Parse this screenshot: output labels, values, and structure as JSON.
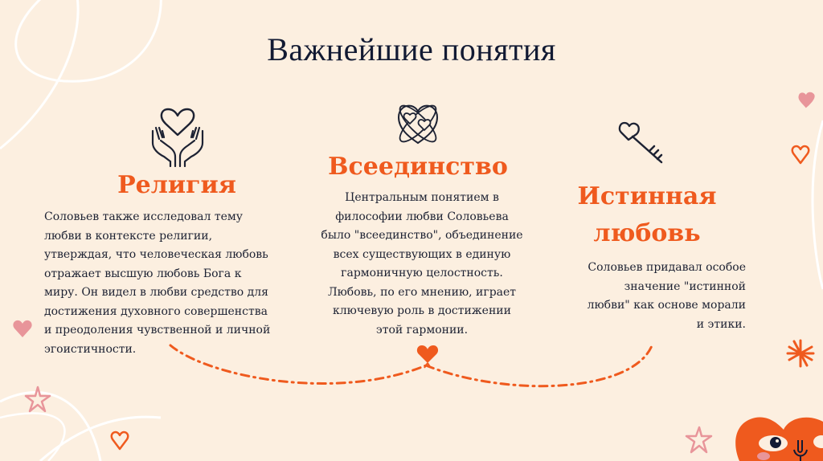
{
  "slide": {
    "title": "Важнейшие понятия",
    "colors": {
      "background": "#fcefe0",
      "accent": "#ef5a1e",
      "text": "#1d2233",
      "pink": "#e8959a",
      "white_line": "#ffffff"
    },
    "columns": [
      {
        "icon": "hands-holding-heart-icon",
        "heading": "Религия",
        "lines": [
          "Соловьев также исследовал тему",
          "любви в контексте религии,",
          "утверждая, что человеческая любовь",
          "отражает высшую любовь Бога к",
          "миру. Он видел в любви средство для",
          "достижения духовного совершенства",
          "и преодоления чувственной и личной",
          "эгоистичности."
        ]
      },
      {
        "icon": "orbiting-hearts-icon",
        "heading": "Всеединство",
        "lines": [
          "Центральным понятием в",
          "философии любви Соловьева",
          "было \"всеединство\", объединение",
          "всех существующих в единую",
          "гармоничную целостность.",
          "Любовь, по его мнению, играет",
          "ключевую роль в достижении",
          "этой гармонии."
        ]
      },
      {
        "icon": "heart-key-icon",
        "heading_lines": [
          "Истинная",
          "любовь"
        ],
        "lines": [
          "Соловьев придавал особое",
          "значение \"истинной",
          "любви\" как основе морали",
          "и этики."
        ]
      }
    ],
    "decorations": [
      "white-loop-line",
      "pink-heart-top-right",
      "orange-outline-heart-right",
      "orange-sparkle-right",
      "pink-heart-left",
      "pink-star-left",
      "orange-outline-heart-bottom-left",
      "pink-star-bottom-right",
      "orange-heart-character-corner",
      "dashed-connector-line",
      "orange-heart-connector"
    ]
  }
}
